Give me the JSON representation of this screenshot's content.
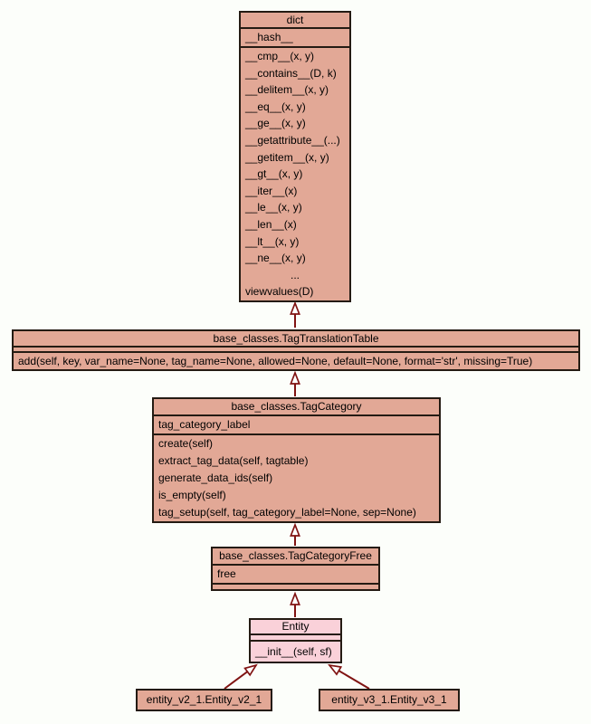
{
  "colors": {
    "background": "#fcfefa",
    "class_fill": "#e2a896",
    "highlight_fill": "#fad1d9",
    "border": "#241b13",
    "edge": "#801312"
  },
  "classes": {
    "dict": {
      "title": "dict",
      "attributes": [
        "__hash__"
      ],
      "methods": [
        "__cmp__(x, y)",
        "__contains__(D, k)",
        "__delitem__(x, y)",
        "__eq__(x, y)",
        "__ge__(x, y)",
        "__getattribute__(...)",
        "__getitem__(x, y)",
        "__gt__(x, y)",
        "__iter__(x)",
        "__le__(x, y)",
        "__len__(x)",
        "__lt__(x, y)",
        "__ne__(x, y)",
        "...",
        "viewvalues(D)"
      ]
    },
    "tag_translation_table": {
      "title": "base_classes.TagTranslationTable",
      "attributes": [],
      "methods": [
        "add(self, key, var_name=None, tag_name=None, allowed=None, default=None, format='str', missing=True)"
      ]
    },
    "tag_category": {
      "title": "base_classes.TagCategory",
      "attributes": [
        "tag_category_label"
      ],
      "methods": [
        "create(self)",
        "extract_tag_data(self, tagtable)",
        "generate_data_ids(self)",
        "is_empty(self)",
        "tag_setup(self, tag_category_label=None, sep=None)"
      ]
    },
    "tag_category_free": {
      "title": "base_classes.TagCategoryFree",
      "attributes": [
        "free"
      ],
      "methods": []
    },
    "entity": {
      "title": "Entity",
      "attributes": [],
      "methods": [
        "__init__(self, sf)"
      ]
    },
    "entity_v2_1": {
      "title": "entity_v2_1.Entity_v2_1"
    },
    "entity_v3_1": {
      "title": "entity_v3_1.Entity_v3_1"
    }
  },
  "edges": [
    {
      "from": "base_classes.TagTranslationTable",
      "to": "dict",
      "type": "inheritance"
    },
    {
      "from": "base_classes.TagCategory",
      "to": "base_classes.TagTranslationTable",
      "type": "inheritance"
    },
    {
      "from": "base_classes.TagCategoryFree",
      "to": "base_classes.TagCategory",
      "type": "inheritance"
    },
    {
      "from": "Entity",
      "to": "base_classes.TagCategoryFree",
      "type": "inheritance"
    },
    {
      "from": "entity_v2_1.Entity_v2_1",
      "to": "Entity",
      "type": "inheritance"
    },
    {
      "from": "entity_v3_1.Entity_v3_1",
      "to": "Entity",
      "type": "inheritance"
    }
  ]
}
